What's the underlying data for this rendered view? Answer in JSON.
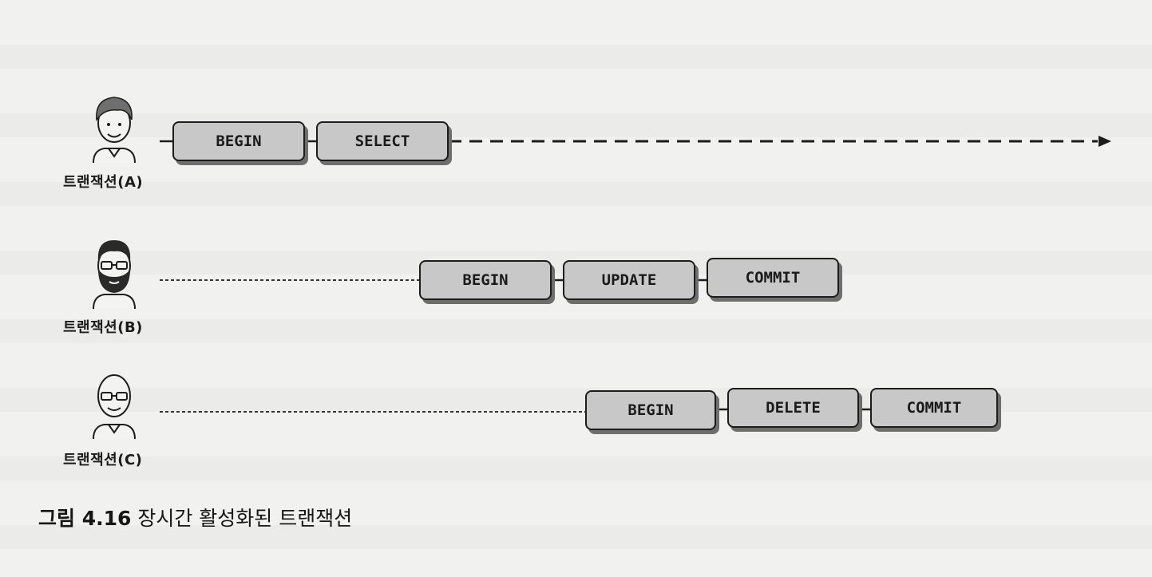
{
  "transactions": [
    {
      "label": "트랜잭션(A)",
      "steps": [
        "BEGIN",
        "SELECT"
      ]
    },
    {
      "label": "트랜잭션(B)",
      "steps": [
        "BEGIN",
        "UPDATE",
        "COMMIT"
      ]
    },
    {
      "label": "트랜잭션(C)",
      "steps": [
        "BEGIN",
        "DELETE",
        "COMMIT"
      ]
    }
  ],
  "caption": {
    "number": "그림 4.16",
    "text": "장시간 활성화된 트랜잭션"
  },
  "icons": [
    "person-icon",
    "bearded-person-icon",
    "bald-glasses-person-icon"
  ]
}
